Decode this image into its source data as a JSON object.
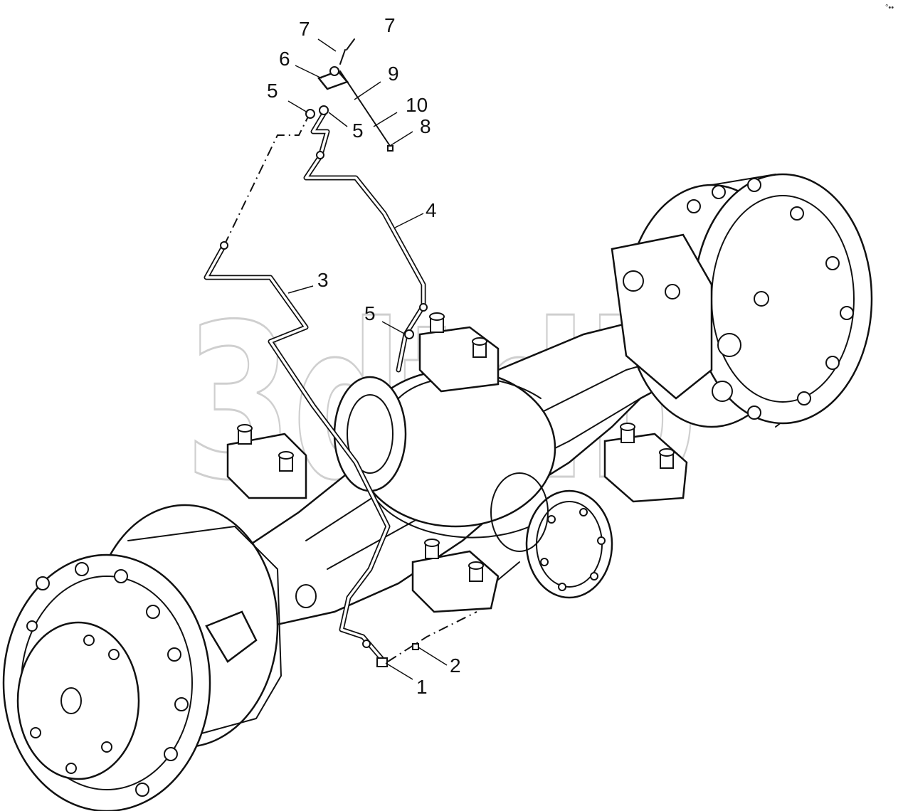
{
  "diagram": {
    "watermark": "3dtdb",
    "corner_mark": "°••",
    "callouts": [
      {
        "id": "c1",
        "text": "1"
      },
      {
        "id": "c2",
        "text": "2"
      },
      {
        "id": "c3",
        "text": "3"
      },
      {
        "id": "c4",
        "text": "4"
      },
      {
        "id": "c5a",
        "text": "5"
      },
      {
        "id": "c5b",
        "text": "5"
      },
      {
        "id": "c5c",
        "text": "5"
      },
      {
        "id": "c6",
        "text": "6"
      },
      {
        "id": "c7a",
        "text": "7"
      },
      {
        "id": "c7b",
        "text": "7"
      },
      {
        "id": "c8",
        "text": "8"
      },
      {
        "id": "c9",
        "text": "9"
      },
      {
        "id": "c10",
        "text": "10"
      }
    ]
  }
}
